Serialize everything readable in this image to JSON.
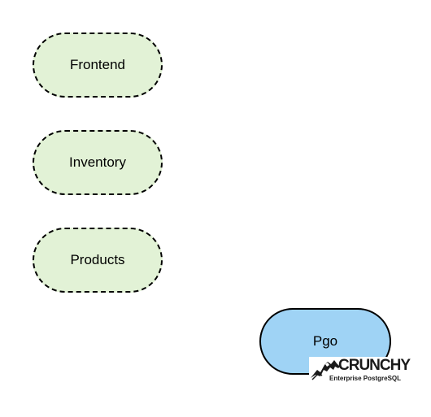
{
  "nodes": {
    "frontend": "Frontend",
    "inventory": "Inventory",
    "products": "Products",
    "pgo": "Pgo"
  },
  "logo": {
    "name": "CRUNCHY",
    "tagline": "Enterprise PostgreSQL"
  },
  "colors": {
    "service_fill": "#e2f2d6",
    "pgo_fill": "#9fd3f5",
    "stroke": "#000000"
  }
}
